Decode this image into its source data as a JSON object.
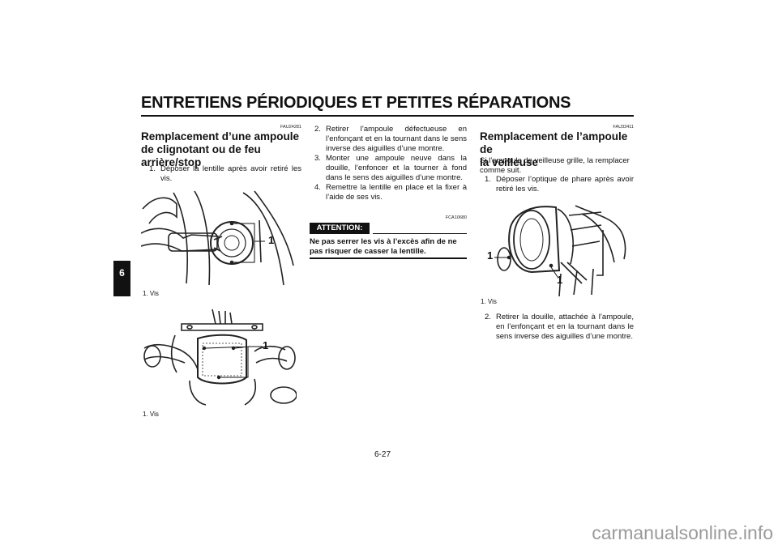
{
  "header": {
    "title": "ENTRETIENS PÉRIODIQUES ET PETITES RÉPARATIONS"
  },
  "chapter_tab": "6",
  "col1": {
    "code": "FAU24281",
    "title_lines": [
      "Remplacement d’une ampoule",
      "de clignotant ou de feu",
      "arrière/stop"
    ],
    "steps": [
      {
        "num": "1.",
        "text": "Déposer la lentille après avoir retiré les vis."
      }
    ],
    "fig1": {
      "callout": "1",
      "caption": "1. Vis"
    },
    "fig2": {
      "callout": "1",
      "caption": "1. Vis"
    }
  },
  "col2": {
    "steps": [
      {
        "num": "2.",
        "text": "Retirer l’ampoule défectueuse en l’enfonçant et en la tournant dans le sens inverse des aiguilles d’une montre."
      },
      {
        "num": "3.",
        "text": "Monter une ampoule neuve dans la douille, l’enfoncer et la tourner à fond dans le sens des aiguilles d’une montre."
      },
      {
        "num": "4.",
        "text": "Remettre la lentille en place et la fixer à l’aide de ses vis."
      }
    ],
    "code": "FCA10680",
    "attention_label": "ATTENTION:",
    "attention_text": "Ne pas serrer les vis à l’excès afin de ne pas risquer de casser la lentille."
  },
  "col3": {
    "code": "FAU33411",
    "title_lines": [
      "Remplacement de l’ampoule de",
      "la veilleuse"
    ],
    "intro": "Si l’ampoule de veilleuse grille, la remplacer comme suit.",
    "steps": [
      {
        "num": "1.",
        "text": "Déposer l’optique de phare après avoir retiré les vis."
      },
      {
        "num": "2.",
        "text": "Retirer la douille, attachée à l’ampoule, en l’enfonçant et en la tournant dans le sens inverse des aiguilles d’une montre."
      }
    ],
    "fig": {
      "callout_a": "1",
      "callout_b": "1",
      "caption": "1. Vis"
    }
  },
  "page_number": "6-27",
  "watermark": "carmanualsonline.info"
}
